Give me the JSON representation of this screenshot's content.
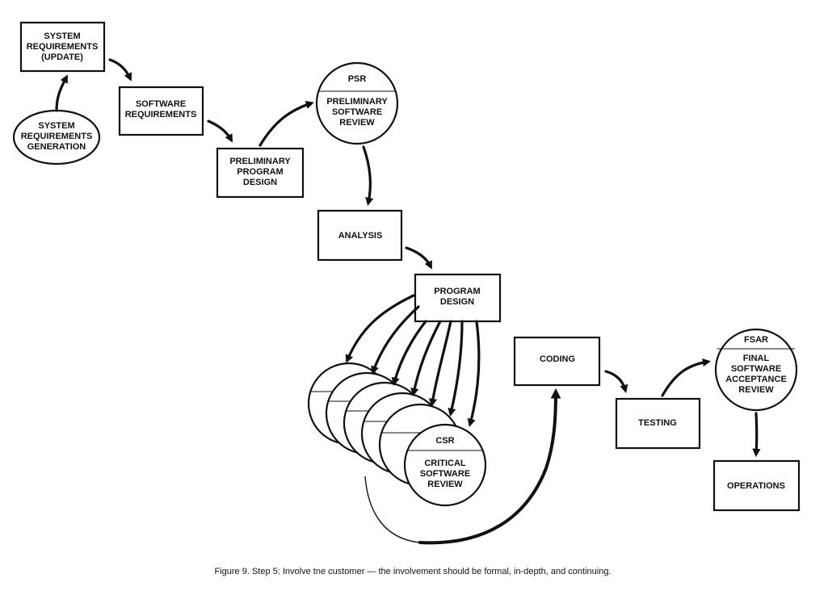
{
  "nodes": {
    "system_requirements_update": [
      "SYSTEM",
      "REQUIREMENTS",
      "(UPDATE)"
    ],
    "system_requirements_generation": [
      "SYSTEM",
      "REQUIREMENTS",
      "GENERATION"
    ],
    "software_requirements": [
      "SOFTWARE",
      "REQUIREMENTS"
    ],
    "preliminary_program_design": [
      "PRELIMINARY",
      "PROGRAM",
      "DESIGN"
    ],
    "psr": {
      "abbr": "PSR",
      "lines": [
        "PRELIMINARY",
        "SOFTWARE",
        "REVIEW"
      ]
    },
    "analysis": [
      "ANALYSIS"
    ],
    "program_design": [
      "PROGRAM",
      "DESIGN"
    ],
    "csr": {
      "abbr": "CSR",
      "lines": [
        "CRITICAL",
        "SOFTWARE",
        "REVIEW"
      ]
    },
    "coding": [
      "CODING"
    ],
    "testing": [
      "TESTING"
    ],
    "fsar": {
      "abbr": "FSAR",
      "lines": [
        "FINAL",
        "SOFTWARE",
        "ACCEPTANCE",
        "REVIEW"
      ]
    },
    "operations": [
      "OPERATIONS"
    ]
  },
  "caption": "Figure 9.  Step 5:  Involve tne customer — the involvement should be formal, in-depth, and continuing."
}
